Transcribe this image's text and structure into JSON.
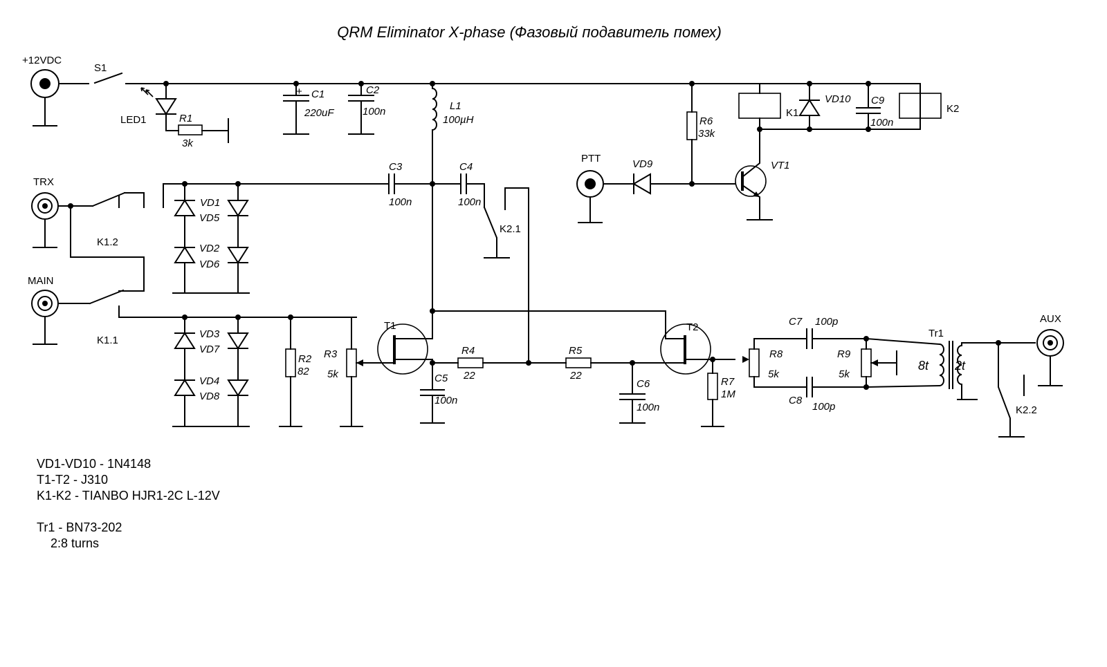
{
  "title": "QRM Eliminator X-phase (Фазовый подавитель помех)",
  "connectors": {
    "power": "+12VDC",
    "trx": "TRX",
    "main": "MAIN",
    "ptt": "PTT",
    "aux": "AUX"
  },
  "components": {
    "s1": "S1",
    "led1": "LED1",
    "r1": {
      "ref": "R1",
      "value": "3k"
    },
    "c1": {
      "ref": "C1",
      "value": "220uF"
    },
    "c2": {
      "ref": "C2",
      "value": "100n"
    },
    "l1": {
      "ref": "L1",
      "value": "100µH"
    },
    "r6": {
      "ref": "R6",
      "value": "33k"
    },
    "k1": "K1",
    "k2": "K2",
    "vd10": "VD10",
    "c9": {
      "ref": "C9",
      "value": "100n"
    },
    "vd9": "VD9",
    "vt1": "VT1",
    "c3": {
      "ref": "C3",
      "value": "100n"
    },
    "c4": {
      "ref": "C4",
      "value": "100n"
    },
    "k2_1": "K2.1",
    "k1_2": "K1.2",
    "k1_1": "K1.1",
    "vd1": "VD1",
    "vd2": "VD2",
    "vd3": "VD3",
    "vd4": "VD4",
    "vd5": "VD5",
    "vd6": "VD6",
    "vd7": "VD7",
    "vd8": "VD8",
    "r2": {
      "ref": "R2",
      "value": "82"
    },
    "r3": {
      "ref": "R3",
      "value": "5k"
    },
    "t1": "T1",
    "t2": "T2",
    "c5": {
      "ref": "C5",
      "value": "100n"
    },
    "r4": {
      "ref": "R4",
      "value": "22"
    },
    "r5": {
      "ref": "R5",
      "value": "22"
    },
    "c6": {
      "ref": "C6",
      "value": "100n"
    },
    "r7": {
      "ref": "R7",
      "value": "1M"
    },
    "r8": {
      "ref": "R8",
      "value": "5k"
    },
    "c7": {
      "ref": "C7",
      "value": "100p"
    },
    "c8": {
      "ref": "C8",
      "value": "100p"
    },
    "r9": {
      "ref": "R9",
      "value": "5k"
    },
    "tr1": {
      "ref": "Tr1",
      "primary": "8t",
      "secondary": "2t"
    },
    "k2_2": "K2.2"
  },
  "notes": [
    "VD1-VD10 - 1N4148",
    "T1-T2 - J310",
    "K1-K2 - TIANBO HJR1-2C L-12V",
    "",
    "Tr1 - BN73-202",
    "    2:8 turns"
  ]
}
